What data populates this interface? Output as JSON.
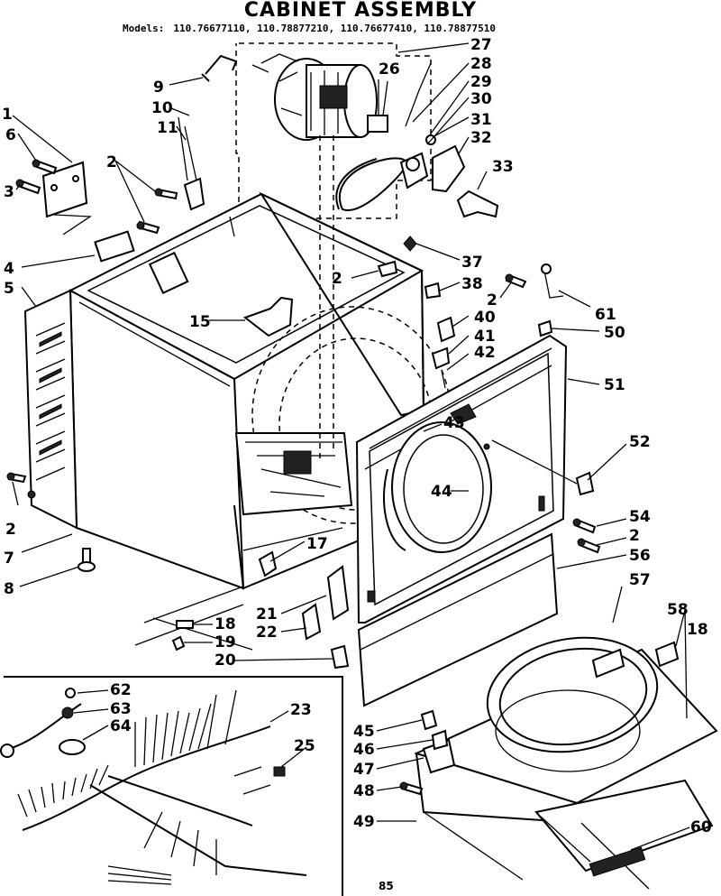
{
  "title": "CABINET ASSEMBLY",
  "models": {
    "label": "Models:",
    "numbers": "110.76677110, 110.78877210, 110.76677410, 110.78877510"
  },
  "page_number": "85",
  "callouts": {
    "c1": "1",
    "c6": "6",
    "c3": "3",
    "c2a": "2",
    "c4": "4",
    "c5": "5",
    "c2b": "2",
    "c7": "7",
    "c8": "8",
    "c9": "9",
    "c10": "10",
    "c11": "11",
    "c15": "15",
    "c26": "26",
    "c27": "27",
    "c28": "28",
    "c29": "29",
    "c30": "30",
    "c31": "31",
    "c32": "32",
    "c33": "33",
    "c37": "37",
    "c2c": "2",
    "c38": "38",
    "c2d": "2",
    "c61": "61",
    "c40": "40",
    "c50": "50",
    "c41": "41",
    "c42": "42",
    "c51": "51",
    "c43": "43",
    "c52": "52",
    "c44": "44",
    "c54": "54",
    "c2e": "2",
    "c56": "56",
    "c57": "57",
    "c58": "58",
    "c18a": "18",
    "c17": "17",
    "c21": "21",
    "c22": "22",
    "c18b": "18",
    "c19": "19",
    "c20": "20",
    "c62": "62",
    "c63": "63",
    "c64": "64",
    "c23": "23",
    "c25": "25",
    "c45": "45",
    "c46": "46",
    "c47": "47",
    "c48": "48",
    "c49": "49",
    "c60": "60"
  }
}
